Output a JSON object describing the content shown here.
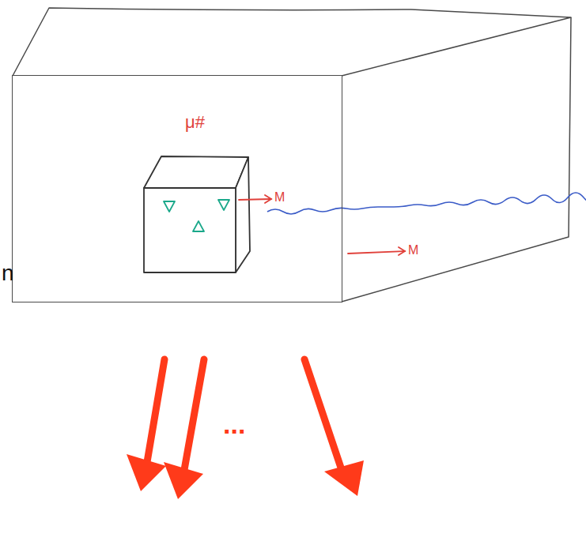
{
  "diagram": {
    "nodes": [
      {
        "text": [
          "μ#"
        ]
      }
    ],
    "labels": [
      "M",
      "M",
      "...",
      "n"
    ]
  }
}
